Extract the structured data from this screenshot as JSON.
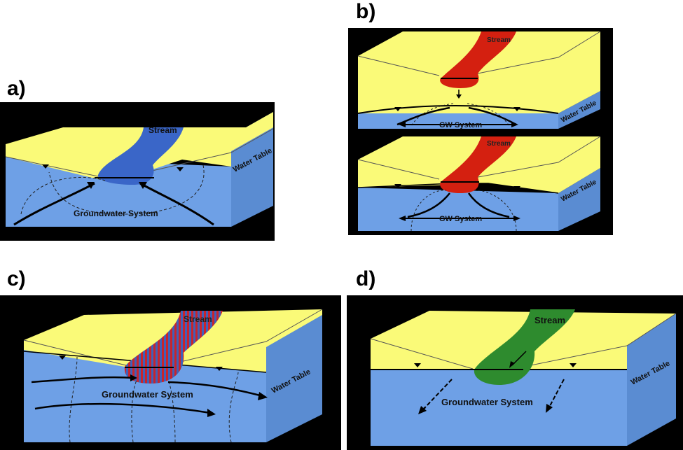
{
  "panels": {
    "a": {
      "label": "a)",
      "stream": "Stream",
      "water_table": "Water Table",
      "gw_system": "Groundwater System",
      "stream_color": "#3a66c8"
    },
    "b": {
      "label": "b)",
      "top": {
        "stream": "Stream",
        "water_table": "Water Table",
        "gw_system": "GW System"
      },
      "bottom": {
        "stream": "Stream",
        "water_table": "Water Table",
        "gw_system": "GW System"
      },
      "stream_color": "#d42010"
    },
    "c": {
      "label": "c)",
      "stream": "Stream",
      "water_table": "Water Table",
      "gw_system": "Groundwater System",
      "stream_color": "#b0283c"
    },
    "d": {
      "label": "d)",
      "stream": "Stream",
      "water_table": "Water Table",
      "gw_system": "Groundwater System",
      "stream_color": "#2e8b2e"
    }
  },
  "colors": {
    "land": "#fafa78",
    "water": "#6ea0e6",
    "side": "#5a8cd2",
    "background": "#000000"
  }
}
